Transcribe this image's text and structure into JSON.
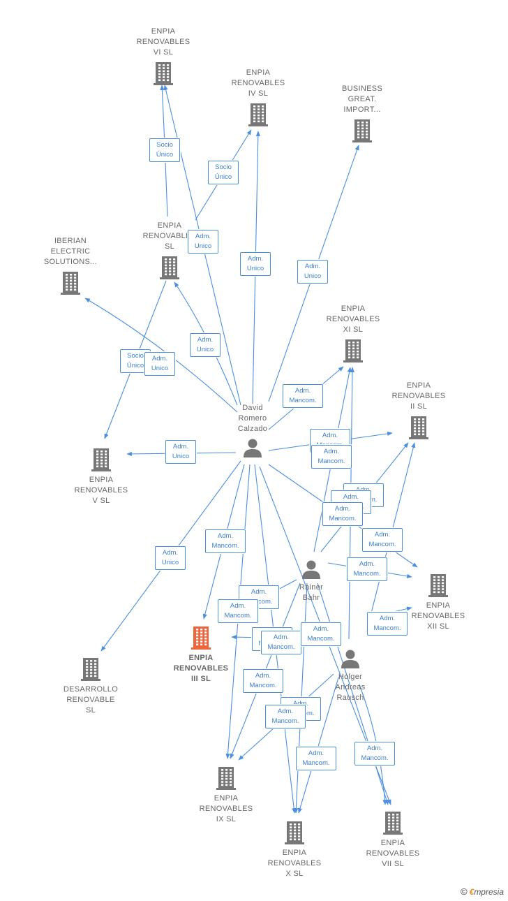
{
  "colors": {
    "edge": "#4a8fe0",
    "building": "#777777",
    "focus_building": "#f0643c",
    "person": "#777777"
  },
  "companies": [
    {
      "id": "vi",
      "label": "ENPIA\nRENOVABLES\nVI  SL"
    },
    {
      "id": "iv",
      "label": "ENPIA\nRENOVABLES\nIV  SL"
    },
    {
      "id": "bg",
      "label": "BUSINESS\nGREAT.\nIMPORT..."
    },
    {
      "id": "ib",
      "label": "IBERIAN\nELECTRIC\nSOLUTIONS..."
    },
    {
      "id": "sl",
      "label": "ENPIA\nRENOVABLES\nSL"
    },
    {
      "id": "xi",
      "label": "ENPIA\nRENOVABLES\nXI  SL"
    },
    {
      "id": "ii",
      "label": "ENPIA\nRENOVABLES\nII  SL"
    },
    {
      "id": "v",
      "label": "ENPIA\nRENOVABLES\nV  SL"
    },
    {
      "id": "xii",
      "label": "ENPIA\nRENOVABLES\nXII  SL"
    },
    {
      "id": "iii",
      "label": "ENPIA\nRENOVABLES\nIII  SL",
      "focus": true
    },
    {
      "id": "des",
      "label": "DESARROLLO\nRENOVABLE\nSL"
    },
    {
      "id": "ix",
      "label": "ENPIA\nRENOVABLES\nIX  SL"
    },
    {
      "id": "x",
      "label": "ENPIA\nRENOVABLES\nX  SL"
    },
    {
      "id": "vii",
      "label": "ENPIA\nRENOVABLES\nVII  SL"
    }
  ],
  "people": [
    {
      "id": "david",
      "label": "David\nRomero\nCalzado"
    },
    {
      "id": "rainer",
      "label": "Rainer\nBahr"
    },
    {
      "id": "holger",
      "label": "Holger\nAndreas\nRausch"
    }
  ],
  "relations": [
    {
      "id": "b1",
      "label": "Socio\nÚnico"
    },
    {
      "id": "b2",
      "label": "Socio\nÚnico"
    },
    {
      "id": "b3",
      "label": "Adm.\nUnico"
    },
    {
      "id": "b4",
      "label": "Adm.\nUnico"
    },
    {
      "id": "b5",
      "label": "Adm.\nUnico"
    },
    {
      "id": "b6",
      "label": "Adm.\nUnico"
    },
    {
      "id": "b7",
      "label": "Socio\nÚnico"
    },
    {
      "id": "b8",
      "label": "Adm.\nUnico"
    },
    {
      "id": "b9",
      "label": "Adm.\nMancom."
    },
    {
      "id": "b10",
      "label": "Adm.\nUnico"
    },
    {
      "id": "b11",
      "label": "Adm.\nMancom."
    },
    {
      "id": "b12",
      "label": "Adm.\nMancom."
    },
    {
      "id": "b13",
      "label": "Adm.\nMancom."
    },
    {
      "id": "b14",
      "label": "Adm.\nMancom."
    },
    {
      "id": "b15",
      "label": "Adm.\nMancom."
    },
    {
      "id": "b16",
      "label": "Adm.\nUnico"
    },
    {
      "id": "b17",
      "label": "Adm.\nMancom."
    },
    {
      "id": "b18",
      "label": "Adm.\nMancom."
    },
    {
      "id": "b19",
      "label": "Adm.\nMancom."
    },
    {
      "id": "b20",
      "label": "Adm.\nMancom."
    },
    {
      "id": "b21",
      "label": "Adm.\nMancom."
    },
    {
      "id": "b22",
      "label": "Adm.\nMancom."
    },
    {
      "id": "b23",
      "label": "Adm.\nMancom."
    },
    {
      "id": "b24",
      "label": "Adm.\nMancom."
    },
    {
      "id": "b25",
      "label": "Adm.\nMancom."
    },
    {
      "id": "b26",
      "label": "Adm.\nMancom."
    },
    {
      "id": "b27",
      "label": "Adm.\nMancom."
    },
    {
      "id": "b28",
      "label": "Adm.\nMancom."
    },
    {
      "id": "b29",
      "label": "Adm.\nMancom."
    },
    {
      "id": "b30",
      "label": "Adm.\nMancom."
    }
  ],
  "footer": {
    "copyright": "©",
    "brand_e": "€",
    "brand_rest": "mpresia"
  }
}
